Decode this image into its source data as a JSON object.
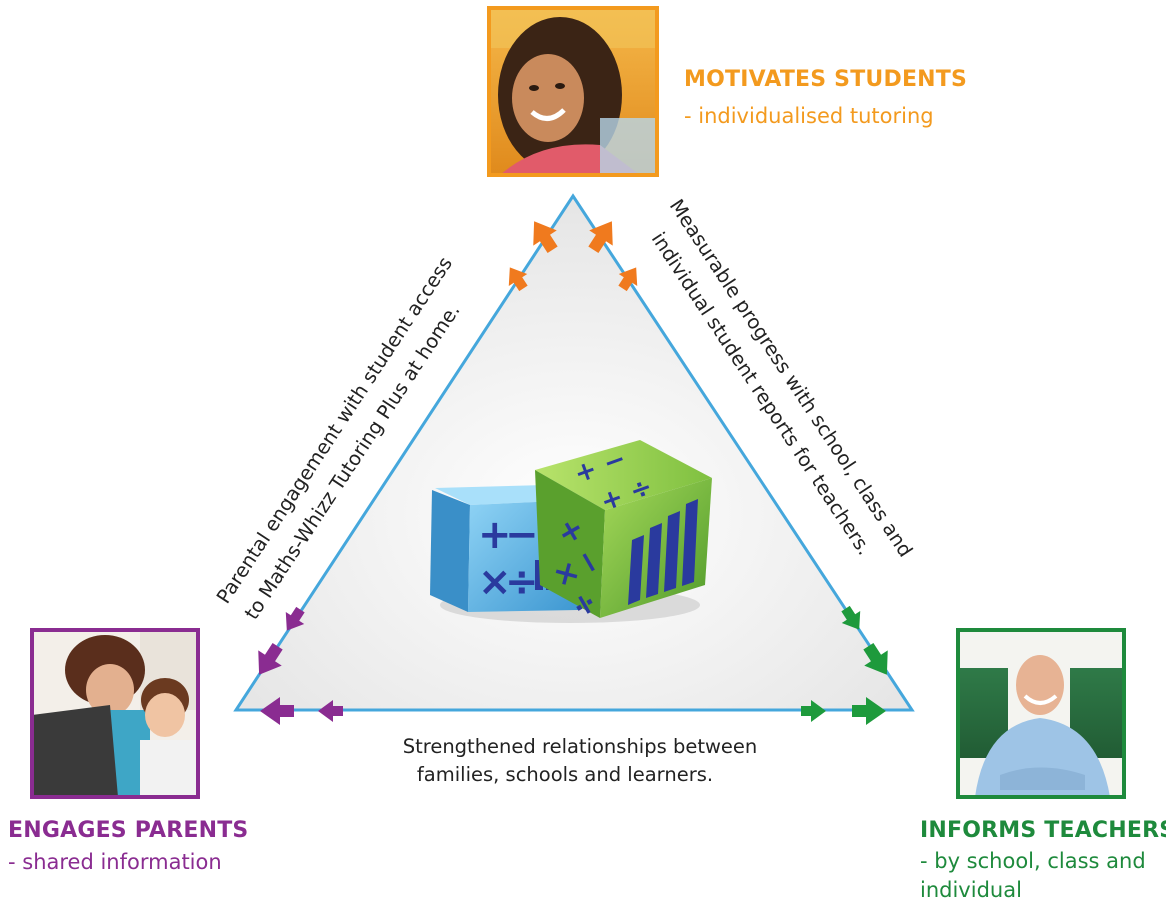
{
  "colors": {
    "students": "#f39a1e",
    "parents": "#8a2c91",
    "teachers": "#1e8a3c",
    "triangle_line": "#45a7dc",
    "triangle_fill": "#eeeeee",
    "arrow_orange": "#f07a1e",
    "arrow_purple": "#8a2c91",
    "arrow_green": "#1e9a3c",
    "die_blue": "#5fb8e8",
    "die_green": "#7cc243",
    "die_symbol": "#2a3a9e"
  },
  "nodes": {
    "students": {
      "title": "MOTIVATES STUDENTS",
      "subtitle": "- individualised tutoring",
      "photo_icon": "smiling-girl-photo"
    },
    "parents": {
      "title": "ENGAGES PARENTS",
      "subtitle": "- shared information",
      "photo_icon": "parent-and-child-at-laptop-photo"
    },
    "teachers": {
      "title": "INFORMS TEACHERS",
      "subtitle_line1": "- by school, class and",
      "subtitle_line2": "individual",
      "photo_icon": "teacher-at-chalkboard-photo"
    }
  },
  "edges": {
    "left_line1": "Parental engagement with student access",
    "left_line2": "to Maths-Whizz Tutoring Plus at home.",
    "right_line1": "Measurable progress with  school, class and",
    "right_line2": "individual student reports for teachers.",
    "bottom_line1": "Strengthened relationships between",
    "bottom_line2": "families, schools and learners."
  },
  "center": {
    "icon": "maths-dice-icon",
    "symbols": [
      "+",
      "−",
      "×",
      "÷"
    ]
  }
}
